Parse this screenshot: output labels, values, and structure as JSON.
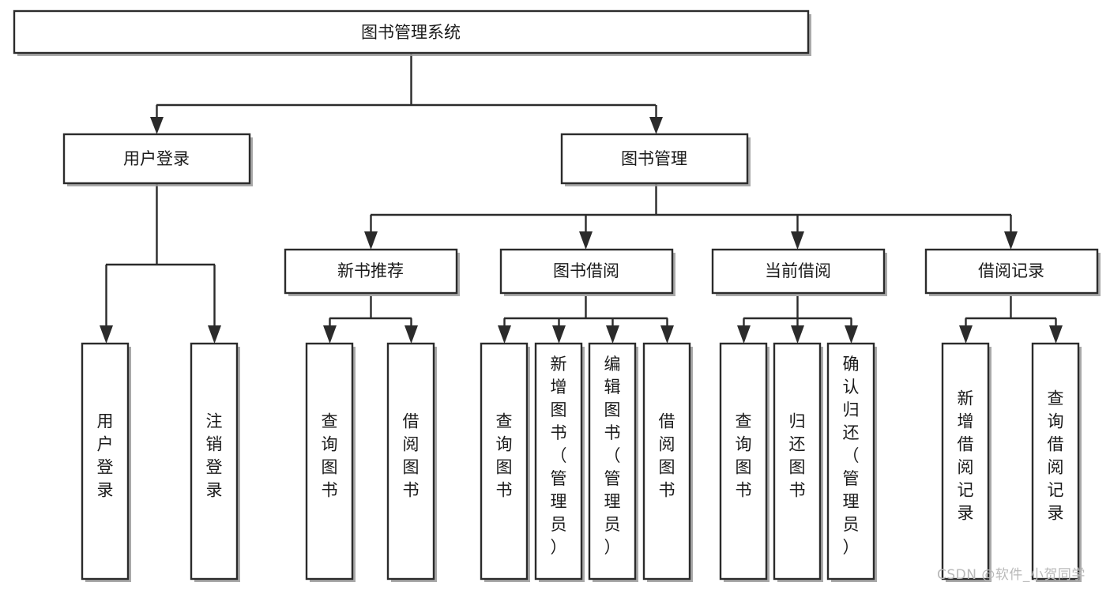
{
  "diagram": {
    "title": "图书管理系统",
    "type": "tree-hierarchy",
    "root": {
      "id": "root",
      "label": "图书管理系统",
      "orientation": "horizontal"
    },
    "level1": [
      {
        "id": "user-login",
        "label": "用户登录",
        "orientation": "horizontal"
      },
      {
        "id": "book-management",
        "label": "图书管理",
        "orientation": "horizontal"
      }
    ],
    "level2": [
      {
        "id": "new-book-recommend",
        "label": "新书推荐",
        "parent": "book-management",
        "orientation": "horizontal"
      },
      {
        "id": "book-borrow",
        "label": "图书借阅",
        "parent": "book-management",
        "orientation": "horizontal"
      },
      {
        "id": "current-borrow",
        "label": "当前借阅",
        "parent": "book-management",
        "orientation": "horizontal"
      },
      {
        "id": "borrow-record",
        "label": "借阅记录",
        "parent": "book-management",
        "orientation": "horizontal"
      }
    ],
    "leaves": [
      {
        "id": "leaf-user-login",
        "label": "用户登录",
        "parent": "user-login",
        "orientation": "vertical"
      },
      {
        "id": "leaf-user-logout",
        "label": "注销登录",
        "parent": "user-login",
        "orientation": "vertical"
      },
      {
        "id": "leaf-query-book-1",
        "label": "查询图书",
        "parent": "new-book-recommend",
        "orientation": "vertical"
      },
      {
        "id": "leaf-borrow-book-1",
        "label": "借阅图书",
        "parent": "new-book-recommend",
        "orientation": "vertical"
      },
      {
        "id": "leaf-query-book-2",
        "label": "查询图书",
        "parent": "book-borrow",
        "orientation": "vertical"
      },
      {
        "id": "leaf-add-book",
        "label": "新增图书（管理员）",
        "parent": "book-borrow",
        "orientation": "vertical"
      },
      {
        "id": "leaf-edit-book",
        "label": "编辑图书（管理员）",
        "parent": "book-borrow",
        "orientation": "vertical"
      },
      {
        "id": "leaf-borrow-book-2",
        "label": "借阅图书",
        "parent": "book-borrow",
        "orientation": "vertical"
      },
      {
        "id": "leaf-query-book-3",
        "label": "查询图书",
        "parent": "current-borrow",
        "orientation": "vertical"
      },
      {
        "id": "leaf-return-book",
        "label": "归还图书",
        "parent": "current-borrow",
        "orientation": "vertical"
      },
      {
        "id": "leaf-confirm-return",
        "label": "确认归还（管理员）",
        "parent": "current-borrow",
        "orientation": "vertical"
      },
      {
        "id": "leaf-add-record",
        "label": "新增借阅记录",
        "parent": "borrow-record",
        "orientation": "vertical"
      },
      {
        "id": "leaf-query-record",
        "label": "查询借阅记录",
        "parent": "borrow-record",
        "orientation": "vertical"
      }
    ],
    "colors": {
      "stroke": "#2b2b2b",
      "fill": "#ffffff",
      "text": "#1a1a1a",
      "shadow": "#9a9a9a",
      "watermark": "#b9b9b9"
    }
  },
  "watermark": {
    "text": "CSDN @软件_小贺同学"
  }
}
